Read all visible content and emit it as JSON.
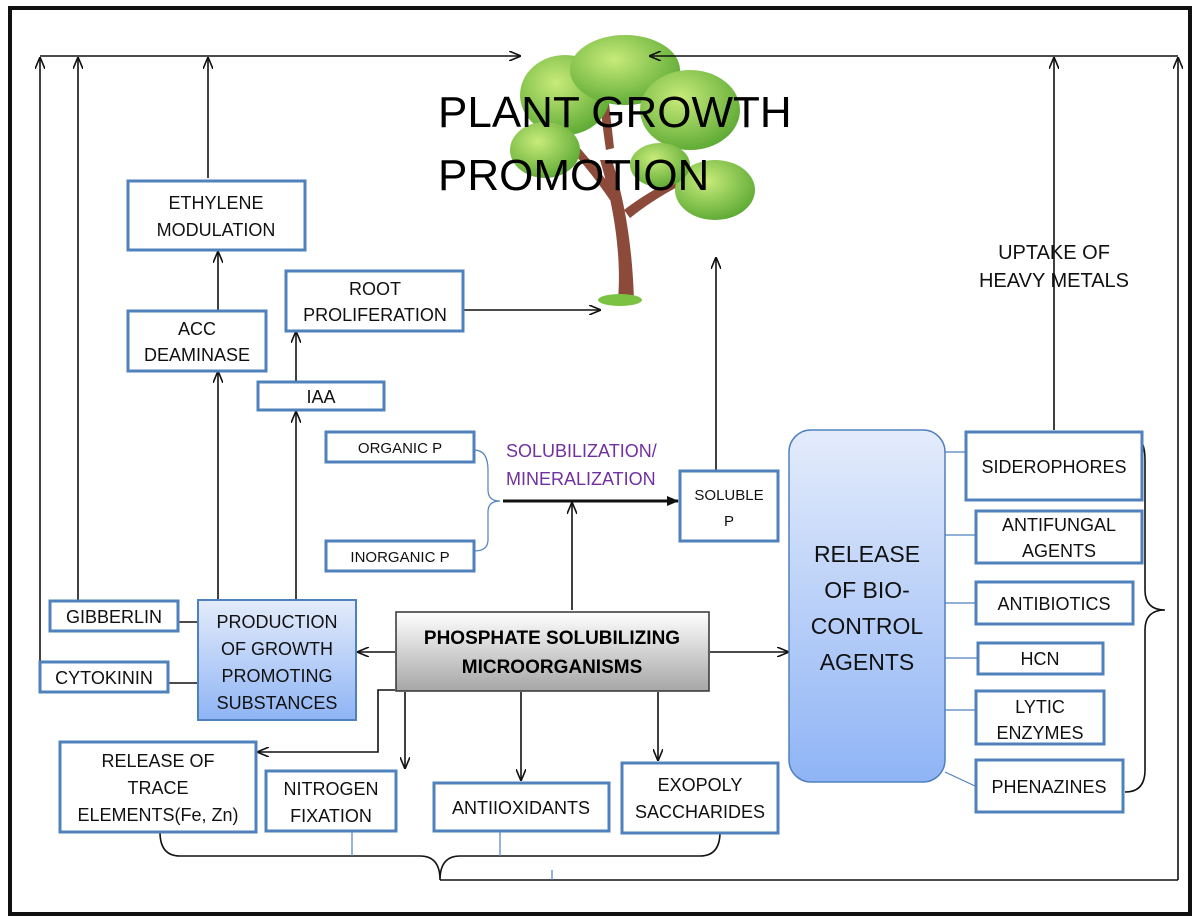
{
  "title": {
    "line1": "PLANT GROWTH",
    "line2": "PROMOTION"
  },
  "center": {
    "line1": "PHOSPHATE SOLUBILIZING",
    "line2": "MICROORGANISMS"
  },
  "growth_substances": {
    "line1": "PRODUCTION",
    "line2": "OF GROWTH",
    "line3": "PROMOTING",
    "line4": "SUBSTANCES"
  },
  "gibberlin": "GIBBERLIN",
  "cytokinin": "CYTOKININ",
  "ethylene": {
    "line1": "ETHYLENE",
    "line2": "MODULATION"
  },
  "acc": {
    "line1": "ACC",
    "line2": "DEAMINASE"
  },
  "iaa": "IAA",
  "root": {
    "line1": "ROOT",
    "line2": "PROLIFERATION"
  },
  "organic_p": "ORGANIC P",
  "inorganic_p": "INORGANIC P",
  "solubilization": {
    "line1": "SOLUBILIZATION/",
    "line2": "MINERALIZATION"
  },
  "soluble_p": {
    "line1": "SOLUBLE",
    "line2": "P"
  },
  "biocontrol": {
    "line1": "RELEASE",
    "line2": "OF BIO-",
    "line3": "CONTROL",
    "line4": "AGENTS"
  },
  "biocontrol_agents": {
    "siderophores": "SIDEROPHORES",
    "antifungal": {
      "line1": "ANTIFUNGAL",
      "line2": "AGENTS"
    },
    "antibiotics": "ANTIBIOTICS",
    "hcn": "HCN",
    "lytic": {
      "line1": "LYTIC",
      "line2": "ENZYMES"
    },
    "phenazines": "PHENAZINES"
  },
  "heavy_metals": {
    "line1": "UPTAKE OF",
    "line2": "HEAVY METALS"
  },
  "trace": {
    "line1": "RELEASE OF",
    "line2": "TRACE",
    "line3": "ELEMENTS(Fe, Zn)"
  },
  "nitrogen": {
    "line1": "NITROGEN",
    "line2": "FIXATION"
  },
  "antioxidants": "ANTIIOXIDANTS",
  "exopoly": {
    "line1": "EXOPOLY",
    "line2": "SACCHARIDES"
  },
  "colors": {
    "box_border": "#4f81bd",
    "solubilization_text": "#7030a0",
    "biocontrol_fill_top": "#e4ecfb",
    "biocontrol_fill_bottom": "#8fb4f5",
    "center_fill_top": "#ffffff",
    "center_fill_bottom": "#a6a6a6",
    "tree_trunk": "#8b4a3a",
    "tree_leaves": "#7cc242"
  }
}
